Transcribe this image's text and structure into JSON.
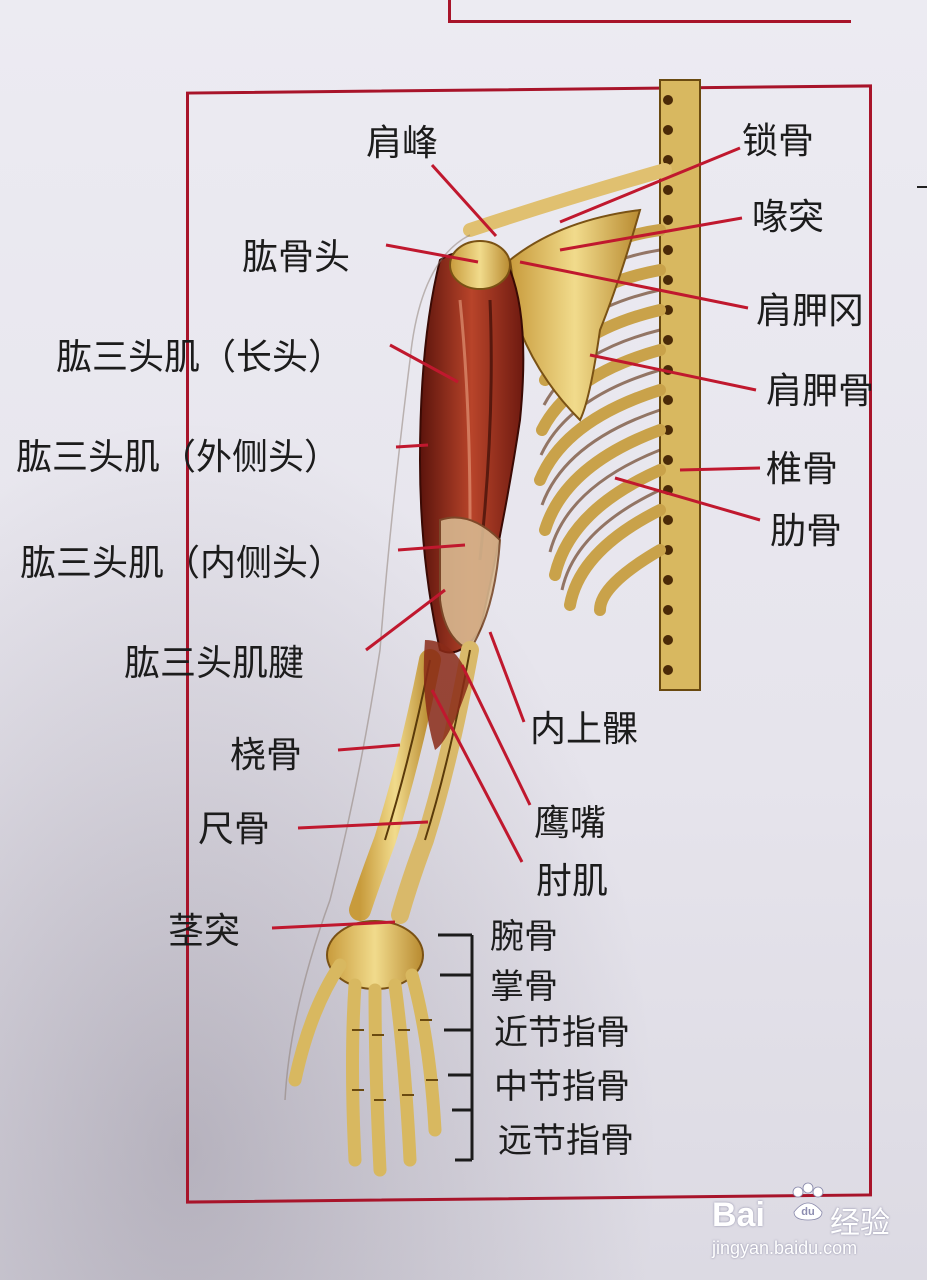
{
  "labels": {
    "acromion": "肩峰",
    "clavicle": "锁骨",
    "coracoid": "喙突",
    "humeral_head": "肱骨头",
    "scapular_notch": "肩胛冈",
    "triceps_long": "肱三头肌（长头）",
    "scapula": "肩胛骨",
    "triceps_lateral": "肱三头肌（外侧头）",
    "vertebra": "椎骨",
    "rib": "肋骨",
    "triceps_medial": "肱三头肌（内侧头）",
    "triceps_tendon": "肱三头肌腱",
    "medial_epicondyle": "内上髁",
    "radius": "桡骨",
    "olecranon": "鹰嘴",
    "ulna": "尺骨",
    "anconeus": "肘肌",
    "styloid": "茎突",
    "carpals": "腕骨",
    "metacarpals": "掌骨",
    "proximal_phalanges": "近节指骨",
    "middle_phalanges": "中节指骨",
    "distal_phalanges": "远节指骨"
  },
  "watermark": {
    "logo_text": "Bai",
    "logo_suffix": "经验",
    "paw_text": "du",
    "url": "jingyan.baidu.com"
  },
  "colors": {
    "frame": "#a8142a",
    "leader": "#c0182e",
    "bone": "#e9d07a",
    "muscle": "#8e2418"
  }
}
